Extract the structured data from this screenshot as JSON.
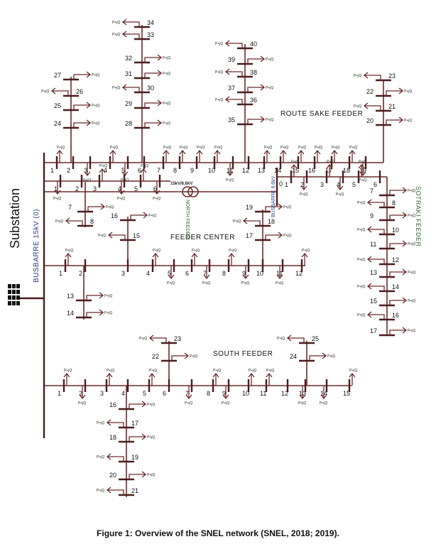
{
  "caption": "Figure 1: Overview of the SNEL network (SNEL, 2018; 2019).",
  "load_label": "P+jQ",
  "substation": {
    "label": "Substation",
    "busbar_label": "BUSBARRE 15kV   (0)",
    "icon": "substation-grid-icon"
  },
  "transformer": {
    "label": "15kV/6.6kV",
    "icon": "transformer-icon"
  },
  "busbar_66": {
    "label": "BUSBARRE 6.6kV",
    "node": "0"
  },
  "colors": {
    "line": "#6b2a2a",
    "feeder_green": "#2d6a2d",
    "busbar_blue": "#2a3a8a"
  },
  "feeders": {
    "route_sake": {
      "name": "ROUTE SAKE FEEDER",
      "nodes": [
        "1",
        "2",
        "3",
        "4",
        "5",
        "6",
        "7",
        "8",
        "9",
        "10",
        "11",
        "12",
        "13",
        "14",
        "15",
        "16",
        "17",
        "18",
        "19",
        "20",
        "21",
        "22",
        "23",
        "24",
        "25",
        "26",
        "27",
        "28",
        "29",
        "30",
        "31",
        "32",
        "33",
        "34",
        "35",
        "36",
        "37",
        "38",
        "39",
        "40"
      ]
    },
    "north": {
      "name": "NORTH FEEDER",
      "nodes": [
        "1",
        "2",
        "3",
        "4",
        "5",
        "6",
        "7",
        "8"
      ]
    },
    "sotraki": {
      "name": "SOTRAKI FEEDER",
      "nodes": [
        "1",
        "2",
        "3",
        "4",
        "5",
        "6",
        "7",
        "8",
        "9",
        "10",
        "11",
        "12",
        "13",
        "14",
        "15",
        "16",
        "17"
      ]
    },
    "center": {
      "name": "FEEDER CENTER",
      "nodes": [
        "1",
        "2",
        "3",
        "4",
        "5",
        "6",
        "7",
        "8",
        "9",
        "10",
        "11",
        "12",
        "13",
        "14",
        "15",
        "16",
        "17",
        "18",
        "19"
      ]
    },
    "south": {
      "name": "SOUTH FEEDER",
      "nodes": [
        "1",
        "2",
        "3",
        "4",
        "5",
        "6",
        "7",
        "8",
        "9",
        "10",
        "11",
        "12",
        "13",
        "14",
        "15",
        "16",
        "17",
        "18",
        "19",
        "20",
        "21",
        "22",
        "23",
        "24",
        "25"
      ]
    }
  }
}
